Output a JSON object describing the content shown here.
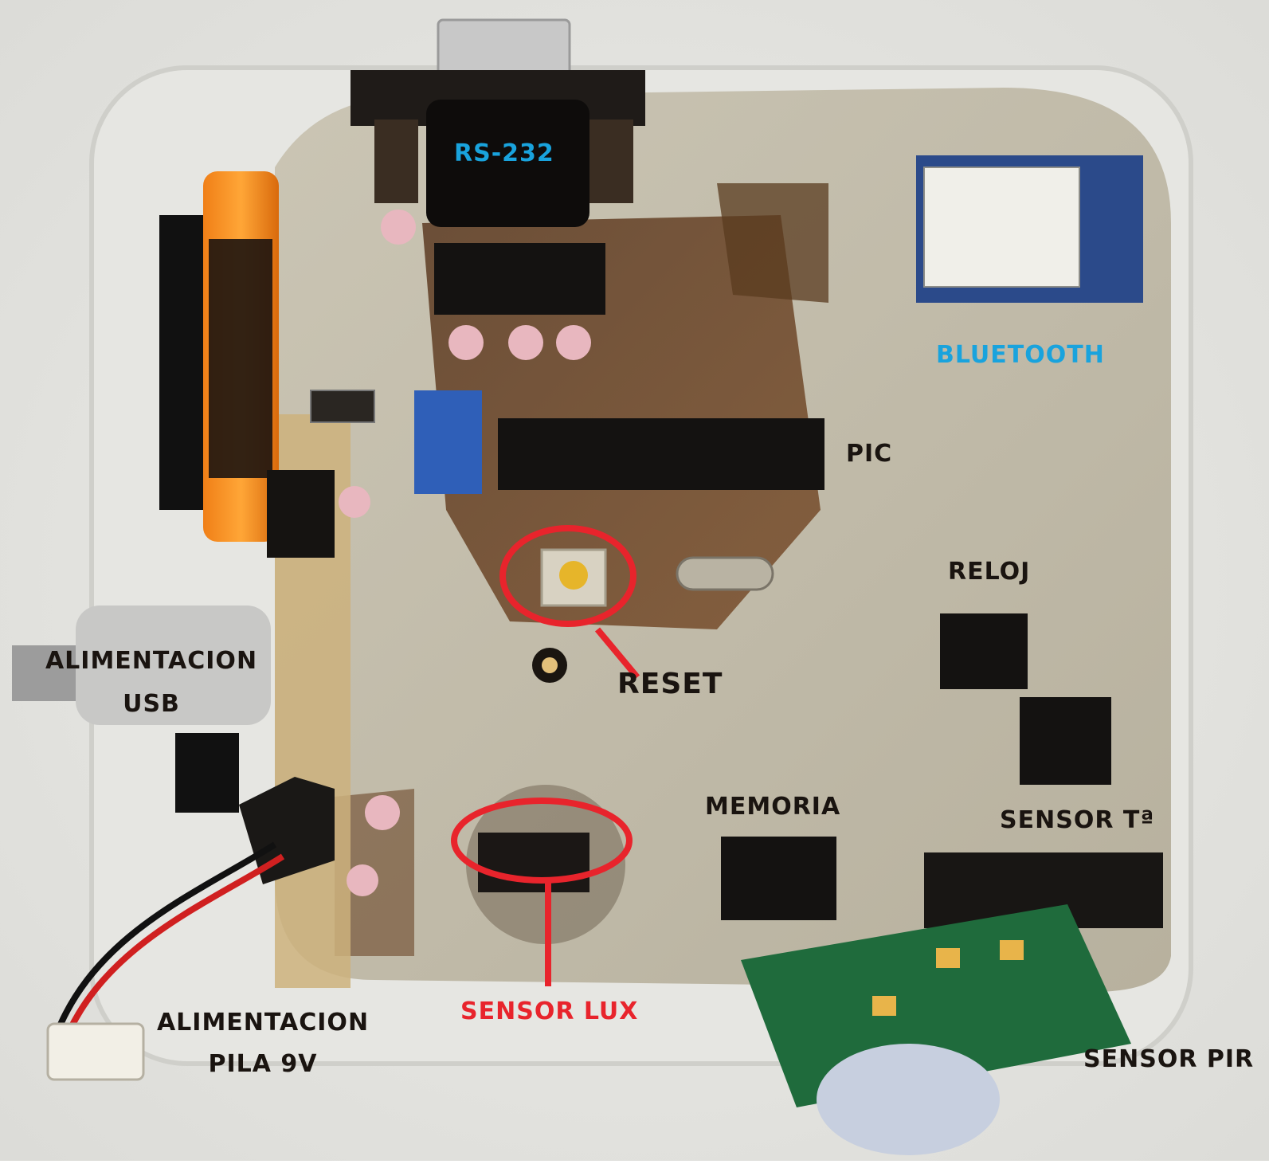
{
  "labels": {
    "rs232": "RS-232",
    "bluetooth": "BLUETOOTH",
    "pic": "PIC",
    "reloj": "RELOJ",
    "reset": "RESET",
    "alim_usb_line1": "ALIMENTACION",
    "alim_usb_line2": "USB",
    "memoria": "MEMORIA",
    "sensor_t": "SENSOR Tª",
    "sensor_lux": "SENSOR LUX",
    "alim_pila_line1": "ALIMENTACION",
    "alim_pila_line2": "PILA 9V",
    "sensor_pir": "SENSOR PIR"
  },
  "colors": {
    "blue_label": "#19a3dd",
    "red_label": "#e8242c",
    "dark_label": "#1a1410"
  }
}
